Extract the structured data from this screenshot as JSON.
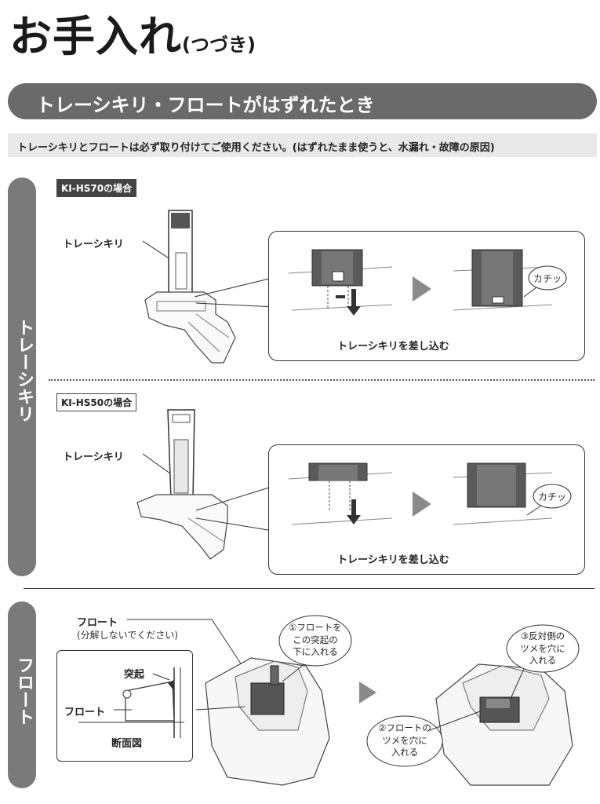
{
  "header": {
    "title": "お手入れ",
    "title_sub": "(つづき)"
  },
  "section": {
    "banner": "トレーシキリ・フロートがはずれたとき",
    "warning": "トレーシキリとフロートは必ず取り付けてご使用ください。(はずれたまま使うと、水漏れ・故障の原因)"
  },
  "tray_tab": {
    "label": "トレーシキリ"
  },
  "float_tab": {
    "label": "フロート"
  },
  "hs70": {
    "model": "KI-HS70の場合",
    "part_label": "トレーシキリ",
    "click_label": "カチッ",
    "caption": "トレーシキリを差し込む"
  },
  "hs50": {
    "model": "KI-HS50の場合",
    "part_label": "トレーシキリ",
    "click_label": "カチッ",
    "caption": "トレーシキリを差し込む"
  },
  "float_section": {
    "float_label": "フロート",
    "float_note": "(分解しないでください)",
    "projection_label": "突起",
    "cross_float_label": "フロート",
    "cross_section_label": "断面図",
    "step1": "①フロートを\nこの突起の\n下に入れる",
    "step2": "②フロートの\nツメを穴に\n入れる",
    "step3": "③反対側の\nツメを穴に\n入れる"
  },
  "colors": {
    "banner": "#6a6a6a",
    "tab": "#7a7a7a",
    "warning_bg": "#e9e9e9",
    "arrow": "#8a8a8a"
  }
}
